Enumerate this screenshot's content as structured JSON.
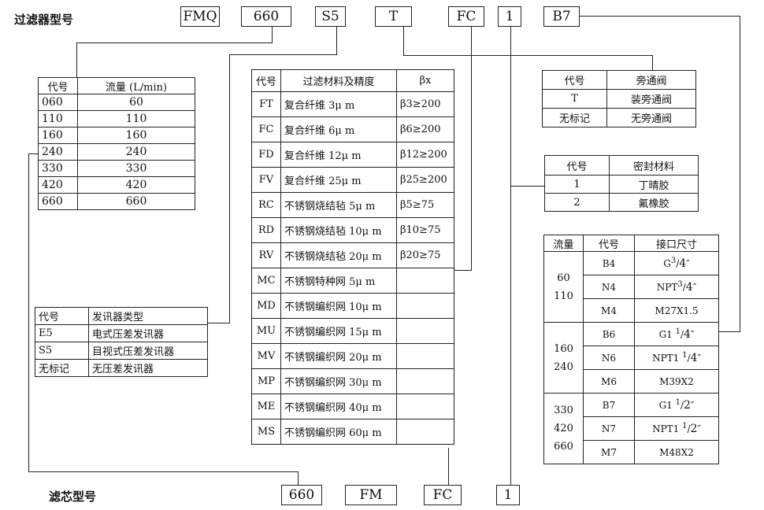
{
  "labels": {
    "filter_model": "过滤器型号",
    "element_model": "滤芯型号"
  },
  "top_boxes": [
    "FMQ",
    "660",
    "S5",
    "T",
    "FC",
    "1",
    "B7"
  ],
  "bottom_boxes": [
    "660",
    "FM",
    "FC",
    "1"
  ],
  "flow_table": {
    "headers": [
      "代号",
      "流量 (L/min)"
    ],
    "rows": [
      [
        "060",
        "60"
      ],
      [
        "110",
        "110"
      ],
      [
        "160",
        "160"
      ],
      [
        "240",
        "240"
      ],
      [
        "330",
        "330"
      ],
      [
        "420",
        "420"
      ],
      [
        "660",
        "660"
      ]
    ]
  },
  "material_table": {
    "headers": [
      "代号",
      "过滤材料及精度",
      "βx"
    ],
    "rows": [
      [
        "FT",
        "复合纤维 3μ m",
        "β3≥200"
      ],
      [
        "FC",
        "复合纤维 6μ m",
        "β6≥200"
      ],
      [
        "FD",
        "复合纤维 12μ m",
        "β12≥200"
      ],
      [
        "FV",
        "复合纤维 25μ m",
        "β25≥200"
      ],
      [
        "RC",
        "不锈钢烧结毡 5μ m",
        "β5≥75"
      ],
      [
        "RD",
        "不锈钢烧结毡 10μ m",
        "β10≥75"
      ],
      [
        "RV",
        "不锈钢烧结毡 20μ m",
        "β20≥75"
      ],
      [
        "MC",
        "不锈钢特种网 5μ m",
        ""
      ],
      [
        "MD",
        "不锈钢编织网 10μ m",
        ""
      ],
      [
        "MU",
        "不锈钢编织网 15μ m",
        ""
      ],
      [
        "MV",
        "不锈钢编织网 20μ m",
        ""
      ],
      [
        "MP",
        "不锈钢编织网 30μ m",
        ""
      ],
      [
        "ME",
        "不锈钢编织网 40μ m",
        ""
      ],
      [
        "MS",
        "不锈钢编织网 60μ m",
        ""
      ]
    ]
  },
  "signal_table": {
    "headers": [
      "代号",
      "发讯器类型"
    ],
    "rows": [
      [
        "E5",
        "电式压差发讯器"
      ],
      [
        "S5",
        "目视式压差发讯器"
      ],
      [
        "无标记",
        "无压差发讯器"
      ]
    ]
  },
  "bypass_table": {
    "headers": [
      "代号",
      "旁通阀"
    ],
    "rows": [
      [
        "T",
        "装旁通阀"
      ],
      [
        "无标记",
        "无旁通阀"
      ]
    ]
  },
  "seal_table": {
    "headers": [
      "代号",
      "密封材料"
    ],
    "rows": [
      [
        "1",
        "丁晴胶"
      ],
      [
        "2",
        "氟橡胶"
      ]
    ]
  },
  "port_table": {
    "headers": [
      "流量",
      "代号",
      "接口尺寸"
    ],
    "groups": [
      {
        "flows": [
          "60",
          "110"
        ],
        "rows": [
          {
            "code": "B4",
            "prefix": "G",
            "whole": "",
            "num": "3",
            "den": "4",
            "suffix": "″"
          },
          {
            "code": "N4",
            "prefix": "NPT",
            "whole": "",
            "num": "3",
            "den": "4",
            "suffix": "″"
          },
          {
            "code": "M4",
            "prefix": "M27X1.5",
            "whole": "",
            "num": "",
            "den": "",
            "suffix": ""
          }
        ]
      },
      {
        "flows": [
          "160",
          "240"
        ],
        "rows": [
          {
            "code": "B6",
            "prefix": "G1 ",
            "whole": "",
            "num": "1",
            "den": "4",
            "suffix": "″"
          },
          {
            "code": "N6",
            "prefix": "NPT1 ",
            "whole": "",
            "num": "1",
            "den": "4",
            "suffix": "″"
          },
          {
            "code": "M6",
            "prefix": "M39X2",
            "whole": "",
            "num": "",
            "den": "",
            "suffix": ""
          }
        ]
      },
      {
        "flows": [
          "330",
          "420",
          "660"
        ],
        "rows": [
          {
            "code": "B7",
            "prefix": "G1 ",
            "whole": "",
            "num": "1",
            "den": "2",
            "suffix": "″"
          },
          {
            "code": "N7",
            "prefix": "NPT1 ",
            "whole": "",
            "num": "1",
            "den": "2",
            "suffix": "″"
          },
          {
            "code": "M7",
            "prefix": "M48X2",
            "whole": "",
            "num": "",
            "den": "",
            "suffix": ""
          }
        ]
      }
    ]
  }
}
